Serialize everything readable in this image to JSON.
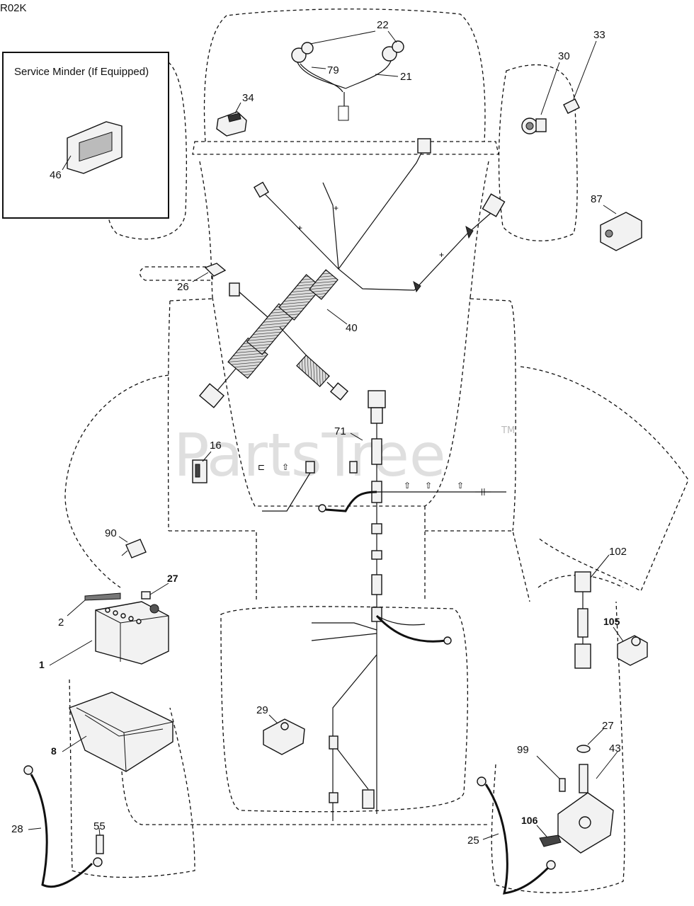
{
  "diagram_code": "R02K",
  "watermark": {
    "text": "PartsTree",
    "tm": "TM"
  },
  "inset": {
    "title": "Service Minder (If Equipped)",
    "part_label": "46"
  },
  "callouts": {
    "p1": "1",
    "p2": "2",
    "p8": "8",
    "p16": "16",
    "p21": "21",
    "p22": "22",
    "p25": "25",
    "p26": "26",
    "p27a": "27",
    "p27b": "27",
    "p28": "28",
    "p29": "29",
    "p30": "30",
    "p33": "33",
    "p34": "34",
    "p40": "40",
    "p43": "43",
    "p55": "55",
    "p71": "71",
    "p79": "79",
    "p87": "87",
    "p90": "90",
    "p99": "99",
    "p102": "102",
    "p105": "105",
    "p106": "106"
  }
}
